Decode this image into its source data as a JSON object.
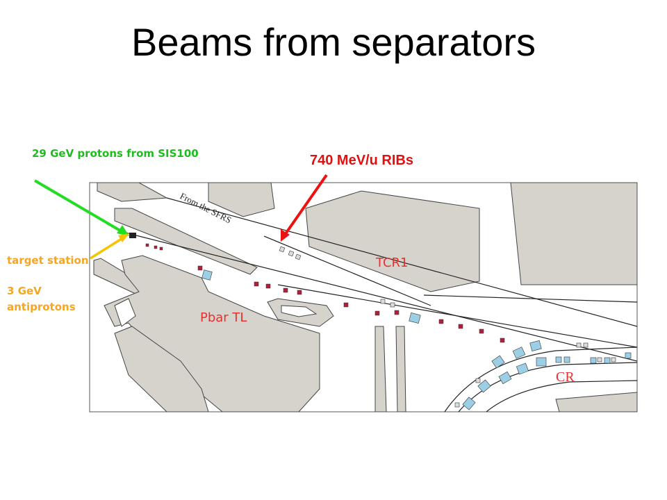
{
  "title": "Beams from separators",
  "labels": {
    "protons": "29 GeV protons from SIS100",
    "ribs": "740 MeV/u RIBs",
    "target_station": "target station",
    "antiprotons": "3 GeV antiprotons",
    "from_sfrs": "From the SFRS",
    "tcr1": "TCR1",
    "pbar_tl": "Pbar TL",
    "cr": "CR"
  },
  "colors": {
    "building": "#d6d3cc",
    "building_edge": "#444444",
    "proton_arrow": "#22dd22",
    "rib_arrow": "#ee1111",
    "orange": "#f5a623",
    "yellow_arrow": "#f5c400",
    "tcr1": "#e83030",
    "magnet_blue": "#9ccfe6",
    "magnet_red": "#b0203a",
    "protons_text": "#1fbb1f",
    "ribs_text": "#e01010"
  },
  "icons": [
    "dipole-magnet-icon",
    "quadrupole-magnet-icon"
  ]
}
